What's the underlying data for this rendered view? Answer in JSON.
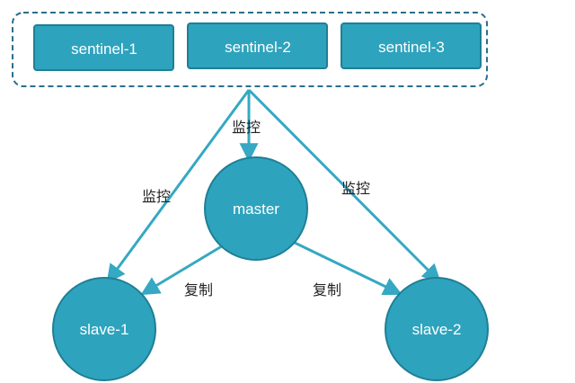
{
  "sentinels": [
    {
      "label": "sentinel-1"
    },
    {
      "label": "sentinel-2"
    },
    {
      "label": "sentinel-3"
    }
  ],
  "master": {
    "label": "master"
  },
  "slaves": [
    {
      "label": "slave-1"
    },
    {
      "label": "slave-2"
    }
  ],
  "edge_labels": {
    "monitor_master": "监控",
    "monitor_slave_1": "监控",
    "monitor_slave_2": "监控",
    "replicate_slave_1": "复制",
    "replicate_slave_2": "复制"
  },
  "colors": {
    "node_fill": "#2ea3bd",
    "node_stroke": "#1f7f96",
    "arrow": "#35a8c3",
    "group_border": "#2b6f8a"
  }
}
